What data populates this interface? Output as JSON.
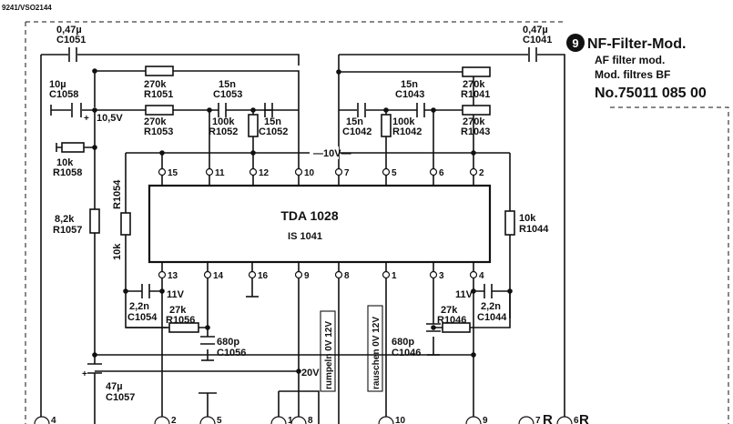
{
  "doc_code": "9241/VSO2144",
  "title": {
    "number": "9",
    "line1": "NF-Filter-Mod.",
    "line2": "AF filter mod.",
    "line3": "Mod. filtres BF",
    "line4": "No.75011 085 00"
  },
  "ic": {
    "name": "TDA 1028",
    "subname": "IS 1041"
  },
  "components": {
    "c1051": {
      "value": "0,47µ",
      "ref": "C1051"
    },
    "c1041": {
      "value": "0,47µ",
      "ref": "C1041"
    },
    "c1058": {
      "value": "10µ",
      "ref": "C1058"
    },
    "r1051": {
      "value": "270k",
      "ref": "R1051"
    },
    "r1053": {
      "value": "270k",
      "ref": "R1053"
    },
    "c1053": {
      "value": "15n",
      "ref": "C1053"
    },
    "r1052": {
      "value": "100k",
      "ref": "R1052"
    },
    "c1052": {
      "value": "15n",
      "ref": "C1052"
    },
    "c1043": {
      "value": "15n",
      "ref": "C1043"
    },
    "r1041": {
      "value": "270k",
      "ref": "R1041"
    },
    "r1043": {
      "value": "270k",
      "ref": "R1043"
    },
    "c1042": {
      "value": "15n",
      "ref": "C1042"
    },
    "r1042": {
      "value": "100k",
      "ref": "R1042"
    },
    "r1058": {
      "value": "10k",
      "ref": "R1058"
    },
    "r1054": {
      "value": "10k",
      "ref": "R1054"
    },
    "r1057": {
      "value": "8,2k",
      "ref": "R1057"
    },
    "r1044": {
      "value": "10k",
      "ref": "R1044"
    },
    "c1054": {
      "value": "2,2n",
      "ref": "C1054"
    },
    "r1056": {
      "value": "27k",
      "ref": "R1056"
    },
    "c1056": {
      "value": "680p",
      "ref": "C1056"
    },
    "r1046": {
      "value": "27k",
      "ref": "R1046"
    },
    "c1046": {
      "value": "680p",
      "ref": "C1046"
    },
    "c1044": {
      "value": "2,2n",
      "ref": "C1044"
    },
    "c1057": {
      "value": "47µ",
      "ref": "C1057"
    }
  },
  "nets": {
    "v105": "10,5V",
    "v10": "10V",
    "v11_left": "11V",
    "v11_right": "11V",
    "v20": "20V",
    "rumpeln": "rumpeln 0V 12V",
    "rauschen": "rauschen 0V 12V"
  },
  "pins_top": [
    "15",
    "11",
    "12",
    "10",
    "7",
    "5",
    "6",
    "2"
  ],
  "pins_bottom": [
    "13",
    "14",
    "16",
    "9",
    "8",
    "1",
    "3",
    "4"
  ],
  "connector": [
    "4",
    "2",
    "5",
    "1",
    "8",
    "10",
    "9",
    "7",
    "6"
  ],
  "connector_letters": {
    "c7": "R",
    "c6": "R"
  }
}
